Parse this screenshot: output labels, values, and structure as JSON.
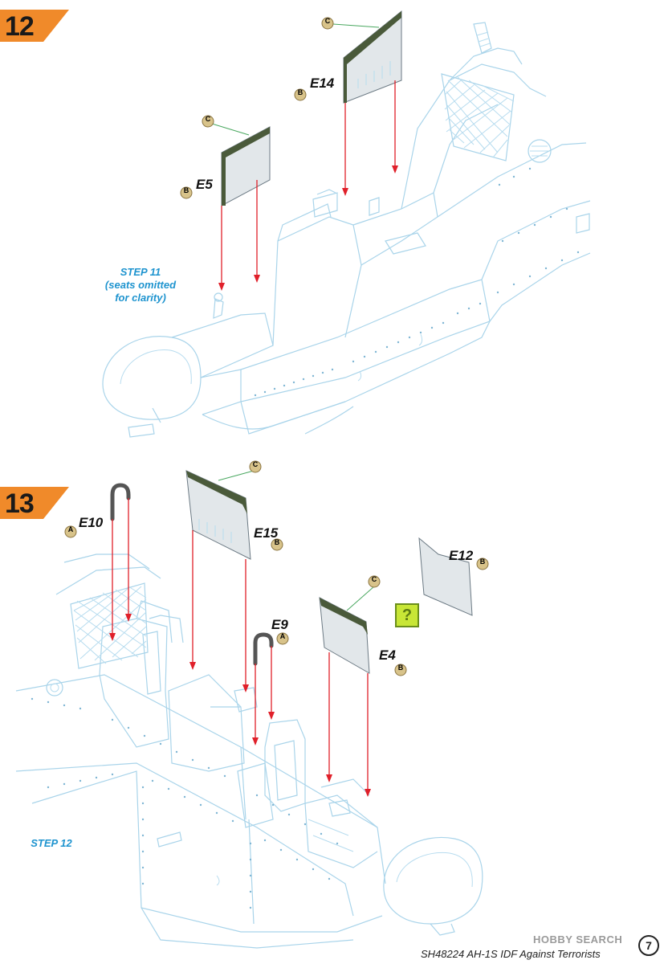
{
  "steps": [
    {
      "number": "12",
      "caption_lines": [
        "STEP 11",
        "(seats omitted",
        "for clarity)"
      ]
    },
    {
      "number": "13",
      "caption_lines": [
        "STEP 12"
      ]
    }
  ],
  "parts": {
    "e14": {
      "id": "E14",
      "color_codes": [
        "C",
        "B"
      ]
    },
    "e5": {
      "id": "E5",
      "color_codes": [
        "C",
        "B"
      ]
    },
    "e10": {
      "id": "E10",
      "color_codes": [
        "A"
      ]
    },
    "e15": {
      "id": "E15",
      "color_codes": [
        "C",
        "B"
      ]
    },
    "e12": {
      "id": "E12",
      "color_codes": [
        "B"
      ]
    },
    "e9": {
      "id": "E9",
      "color_codes": [
        "A"
      ]
    },
    "e4": {
      "id": "E4",
      "color_codes": [
        "C",
        "B"
      ]
    }
  },
  "question_mark": "?",
  "footer": "SH48224 AH-1S IDF Against Terrorists",
  "watermark": "HOBBY SEARCH",
  "page_number": "7",
  "colors": {
    "step_badge": "#f08a2a",
    "step_caption": "#1f94cf",
    "outline": "#a9d4ea",
    "arrow": "#e0202a",
    "color_chip": "#d8c38a",
    "question_badge": "#c8e636"
  }
}
